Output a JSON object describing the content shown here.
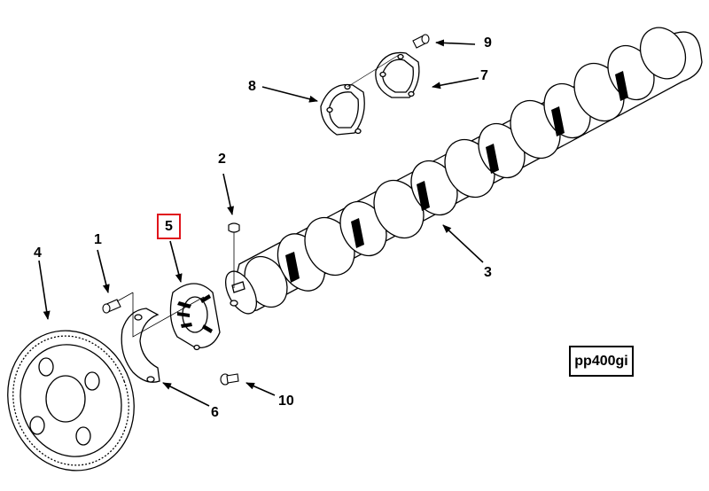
{
  "diagram": {
    "reference_code": "pp400gi",
    "highlight_color": "#e0141b",
    "callouts": [
      {
        "id": "c1",
        "label": "1"
      },
      {
        "id": "c2",
        "label": "2"
      },
      {
        "id": "c3",
        "label": "3"
      },
      {
        "id": "c4",
        "label": "4"
      },
      {
        "id": "c5",
        "label": "5",
        "highlighted": true
      },
      {
        "id": "c6",
        "label": "6"
      },
      {
        "id": "c7",
        "label": "7"
      },
      {
        "id": "c8",
        "label": "8"
      },
      {
        "id": "c9",
        "label": "9"
      },
      {
        "id": "c10",
        "label": "10"
      }
    ]
  }
}
